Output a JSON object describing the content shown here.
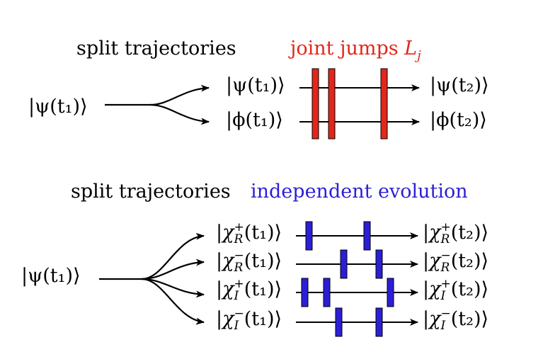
{
  "top": {
    "label_left": "split trajectories",
    "label_right": "joint jumps ",
    "label_right_math": "L",
    "label_right_sub": "j",
    "input_state": "|ψ(t₁)⟩",
    "rows": [
      {
        "in": "|ψ(t₁)⟩",
        "out": "|ψ(t₂)⟩"
      },
      {
        "in": "|ϕ(t₁)⟩",
        "out": "|ϕ(t₂)⟩"
      }
    ],
    "jump_color": "#e3261b"
  },
  "bottom": {
    "label_left": "split trajectories",
    "label_right": "independent evolution",
    "input_state": "|ψ(t₁)⟩",
    "rows": [
      {
        "chi": "χ",
        "sup": "+",
        "sub": "R",
        "t_in": "(t₁)⟩",
        "t_out": "(t₂)⟩"
      },
      {
        "chi": "χ",
        "sup": "−",
        "sub": "R",
        "t_in": "(t₁)⟩",
        "t_out": "(t₂)⟩"
      },
      {
        "chi": "χ",
        "sup": "+",
        "sub": "I",
        "t_in": "(t₁)⟩",
        "t_out": "(t₂)⟩"
      },
      {
        "chi": "χ",
        "sup": "−",
        "sub": "I",
        "t_in": "(t₁)⟩",
        "t_out": "(t₂)⟩"
      }
    ],
    "jump_color": "#2b1fd6"
  }
}
